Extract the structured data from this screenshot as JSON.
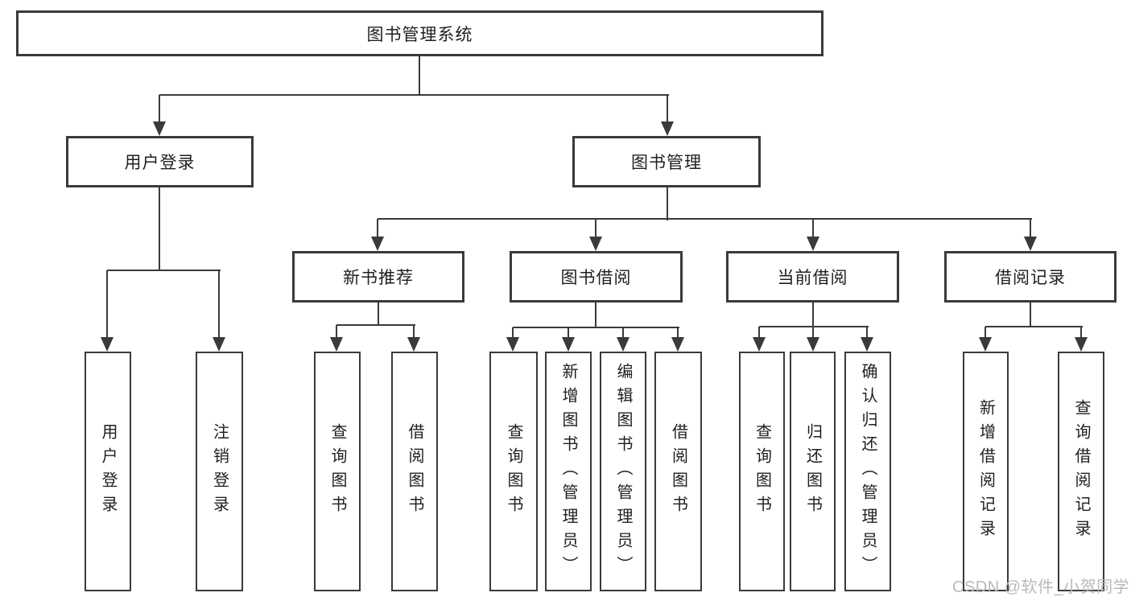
{
  "diagram": {
    "title": "图书管理系统",
    "level2": {
      "user_login": "用户登录",
      "book_mgmt": "图书管理"
    },
    "level3": {
      "new_book": "新书推荐",
      "book_borrow": "图书借阅",
      "current_borrow": "当前借阅",
      "borrow_record": "借阅记录"
    },
    "leaves": {
      "user_login": "用户登录",
      "logout": "注销登录",
      "nb_query": "查询图书",
      "nb_borrow": "借阅图书",
      "bb_query": "查询图书",
      "bb_add": "新增图书（管理员）",
      "bb_edit": "编辑图书（管理员）",
      "bb_borrow": "借阅图书",
      "cb_query": "查询图书",
      "cb_return": "归还图书",
      "cb_confirm": "确认归还（管理员）",
      "br_add": "新增借阅记录",
      "br_query": "查询借阅记录"
    }
  },
  "watermark": "CSDN @软件_小贺同学",
  "colors": {
    "line": "#3a3a3c",
    "text": "#1f1f1f",
    "watermark": "#b9b9b9",
    "background": "#ffffff"
  }
}
